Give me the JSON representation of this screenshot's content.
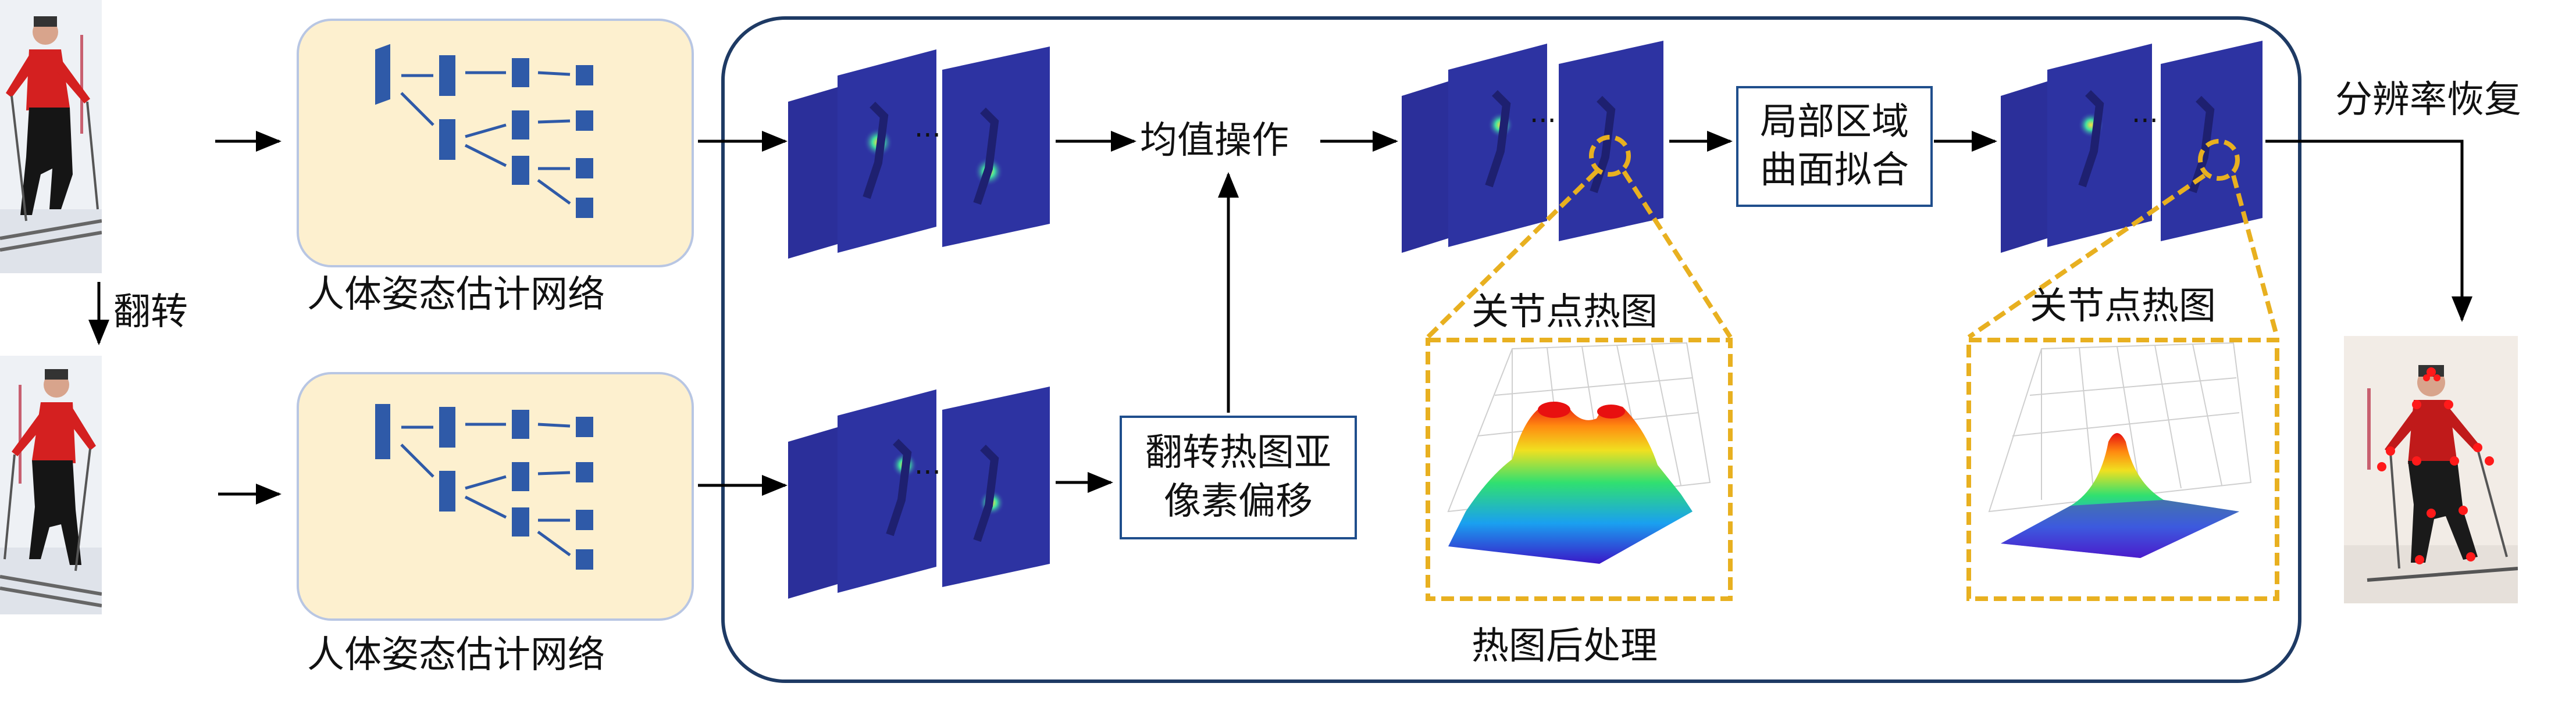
{
  "labels": {
    "flip": "翻转",
    "net_top": "人体姿态估计网络",
    "net_bottom": "人体姿态估计网络",
    "mean_op": "均值操作",
    "flip_shift_line1": "翻转热图亚",
    "flip_shift_line2": "像素偏移",
    "local_fit_line1": "局部区域",
    "local_fit_line2": "曲面拟合",
    "resolution": "分辨率恢复",
    "heatmap_left": "关节点热图",
    "heatmap_right": "关节点热图",
    "postprocess": "热图后处理",
    "ellipsis": "..."
  },
  "colors": {
    "arrow": "#000000",
    "net_fill": "#fdf0cf",
    "net_border": "#b8c6e3",
    "layer_blue": "#2f5aa8",
    "panel_border": "#1e3a64",
    "heatmap_blue": "#2b2f9a",
    "zoom_gold": "#e8b020",
    "op_border": "#1f4e8c"
  }
}
